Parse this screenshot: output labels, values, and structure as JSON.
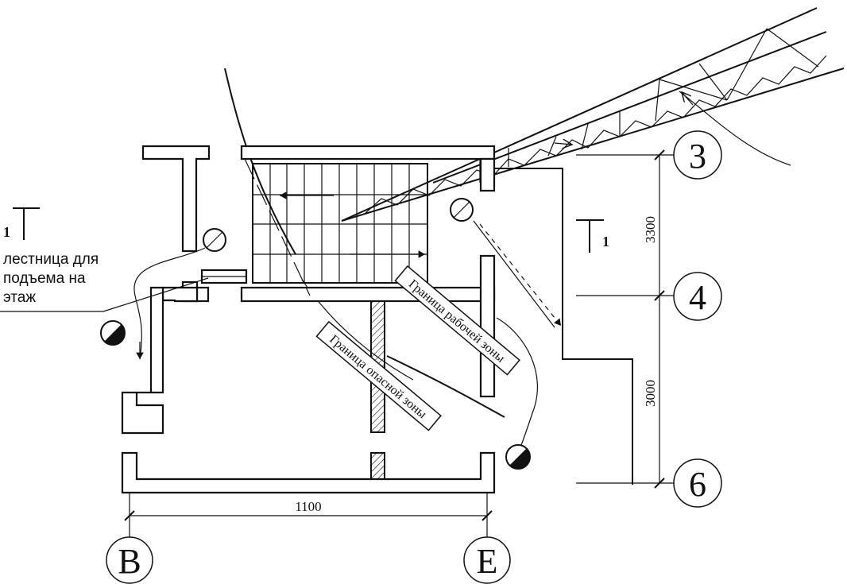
{
  "axes": {
    "axis_3": "3",
    "axis_4": "4",
    "axis_6": "6",
    "axis_v": "B",
    "axis_e": "E"
  },
  "dimensions": {
    "dim_3300": "3300",
    "dim_3000": "3000",
    "dim_1100": "1100"
  },
  "section_marks": {
    "left": "1",
    "right": "1"
  },
  "notes": {
    "stair_line1": "лестница для",
    "stair_line2": "подъема на",
    "stair_line3": "этаж"
  },
  "zones": {
    "work_zone": "Граница рабочей зоны",
    "danger_zone": "Граница опасной зоны"
  }
}
